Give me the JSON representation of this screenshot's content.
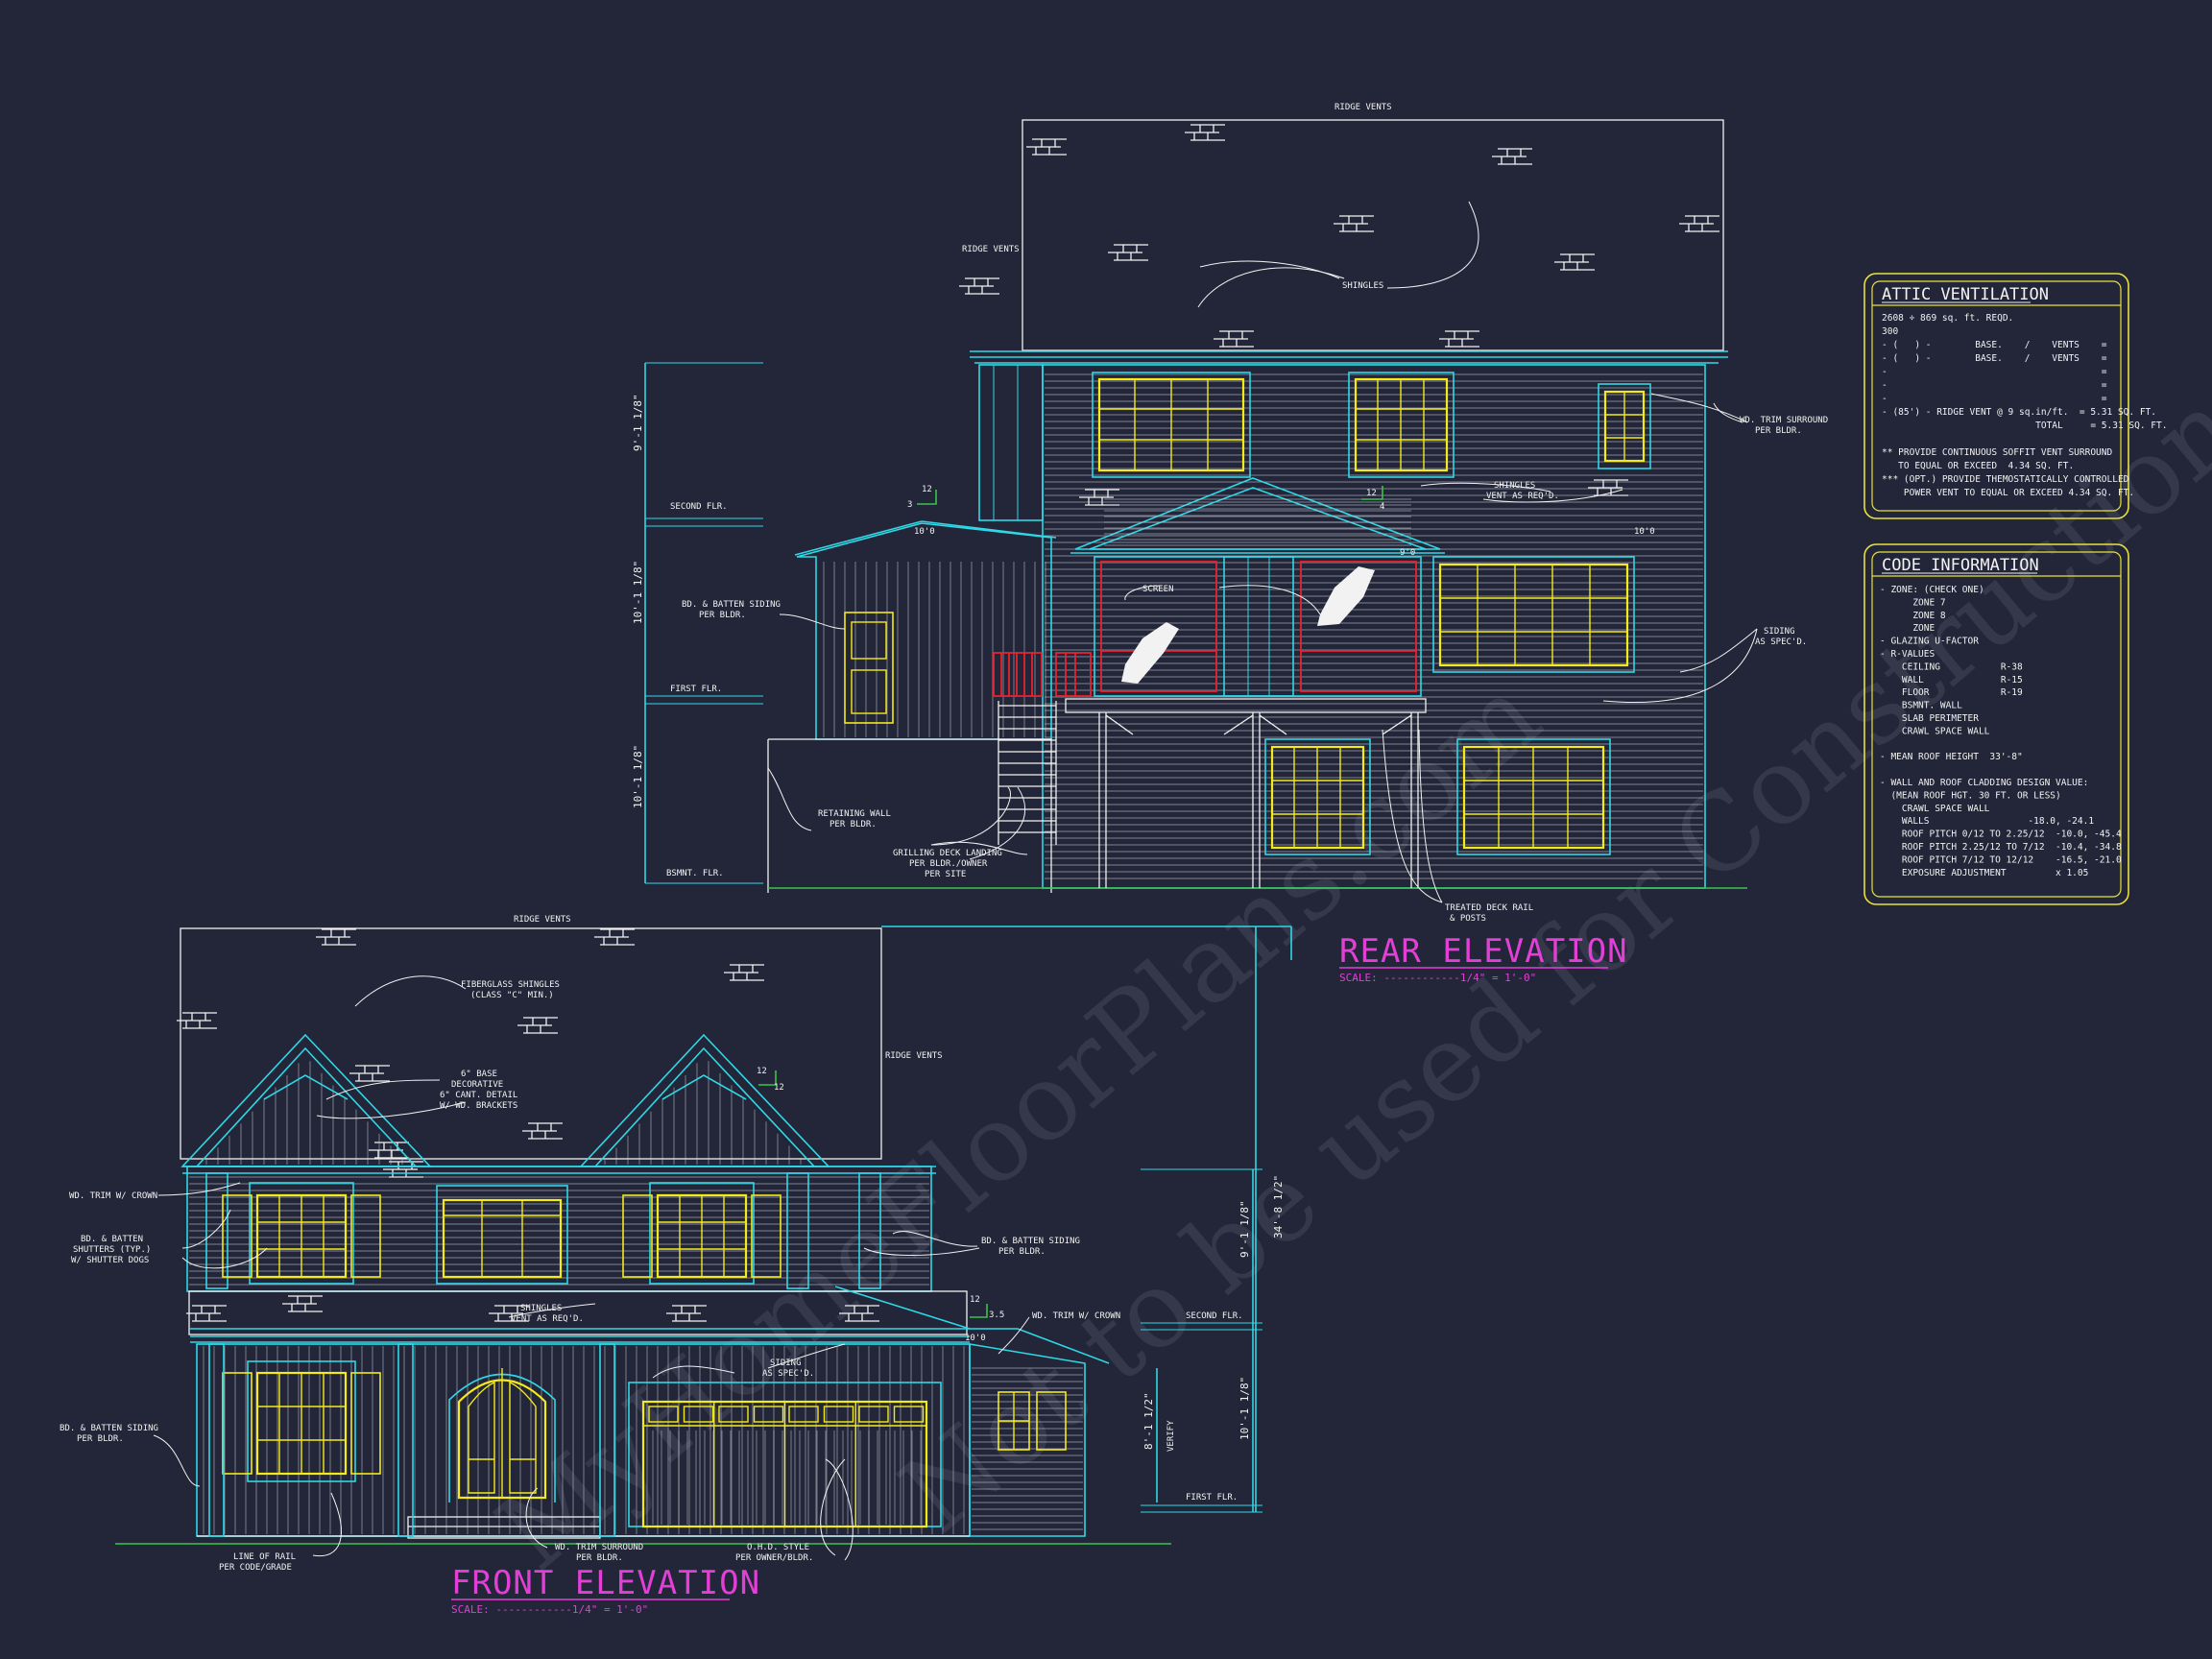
{
  "watermark": {
    "lines": [
      "MyHomeFloorPlans.com",
      "Not to be used for Construction"
    ]
  },
  "rear_elevation": {
    "title": "REAR ELEVATION",
    "scale": "SCALE: ------------1/4\" = 1'-0\"",
    "labels": {
      "ridge_vents_top": "RIDGE VENTS",
      "ridge_vents_left": "RIDGE VENTS",
      "shingles": "SHINGLES",
      "trim_surround_1": "WD. TRIM SURROUND",
      "trim_surround_2": "PER BLDR.",
      "shingles_vent_1": "SHINGLES",
      "shingles_vent_2": "VENT AS REQ'D.",
      "batten_1": "BD. & BATTEN SIDING",
      "batten_2": "PER BLDR.",
      "screen": "SCREEN",
      "siding_1": "SIDING",
      "siding_2": "AS SPEC'D.",
      "retaining_1": "RETAINING WALL",
      "retaining_2": "PER BLDR.",
      "grilling_1": "GRILLING DECK LANDING",
      "grilling_2": "PER BLDR./OWNER",
      "grilling_3": "PER SITE",
      "treated_1": "TREATED DECK RAIL",
      "treated_2": "& POSTS",
      "second_flr": "SECOND FLR.",
      "first_flr": "FIRST FLR.",
      "bsmnt_flr": "BSMNT. FLR.",
      "dim_upper": "9'-1 1/8\"",
      "dim_mid": "10'-1 1/8\"",
      "dim_low": "10'-1 1/8\"",
      "plate_1": "10'0",
      "plate_2": "9'0",
      "plate_3": "10'0",
      "pitch_a_rise": "3",
      "pitch_a_run": "12",
      "pitch_b_rise": "4",
      "pitch_b_run": "12"
    }
  },
  "front_elevation": {
    "title": "FRONT ELEVATION",
    "scale": "SCALE: ------------1/4\" = 1'-0\"",
    "labels": {
      "ridge_vents_top": "RIDGE VENTS",
      "ridge_vents_right": "RIDGE VENTS",
      "fiberglass_1": "FIBERGLASS SHINGLES",
      "fiberglass_2": "(CLASS \"C\" MIN.)",
      "decor_1": "6\" BASE",
      "decor_2": "DECORATIVE",
      "decor_3": "6\" CANT. DETAIL",
      "decor_4": "W/ WD. BRACKETS",
      "wd_trim_crown": "WD. TRIM W/ CROWN",
      "shutters_1": "BD. & BATTEN",
      "shutters_2": "SHUTTERS (TYP.)",
      "shutters_3": "W/ SHUTTER DOGS",
      "batten_r_1": "BD. & BATTEN SIDING",
      "batten_r_2": "PER BLDR.",
      "shingles_vent_1": "SHINGLES",
      "shingles_vent_2": "VENT AS REQ'D.",
      "wd_trim_crown_r": "WD. TRIM W/ CROWN",
      "siding_1": "SIDING",
      "siding_2": "AS SPEC'D.",
      "batten_l_1": "BD. & BATTEN SIDING",
      "batten_l_2": "PER BLDR.",
      "rail_1": "LINE OF RAIL",
      "rail_2": "PER CODE/GRADE",
      "trim_surr_1": "WD. TRIM SURROUND",
      "trim_surr_2": "PER BLDR.",
      "ohd_1": "O.H.D. STYLE",
      "ohd_2": "PER OWNER/BLDR.",
      "second_flr": "SECOND FLR.",
      "first_flr": "FIRST FLR.",
      "verify": "VERIFY",
      "dim_total": "34'-8 1/2\"",
      "dim_upper": "9'-1 1/8\"",
      "dim_lower": "10'-1 1/8\"",
      "dim_side": "8'-1 1/2\"",
      "plate_1": "10'0",
      "pitch_a_rise": "12",
      "pitch_a_run": "12",
      "pitch_b_rise": "3.5",
      "pitch_b_run": "12"
    }
  },
  "attic_panel": {
    "title": "ATTIC VENTILATION",
    "lines": [
      "2608 ÷ 869 sq. ft. REQD.",
      "300",
      "- (   ) -        BASE.    /    VENTS    =",
      "- (   ) -        BASE.    /    VENTS    =",
      "-                                       =",
      "-                                       =",
      "-                                       =",
      "- (85') - RIDGE VENT @ 9 sq.in/ft.  = 5.31 SQ. FT.",
      "                            TOTAL     = 5.31 SQ. FT.",
      "",
      "** PROVIDE CONTINUOUS SOFFIT VENT SURROUND",
      "   TO EQUAL OR EXCEED  4.34 SQ. FT.",
      "*** (OPT.) PROVIDE THEMOSTATICALLY CONTROLLED",
      "    POWER VENT TO EQUAL OR EXCEED 4.34 SQ. FT."
    ]
  },
  "code_panel": {
    "title": "CODE INFORMATION",
    "lines": [
      "- ZONE: (CHECK ONE)",
      "      ZONE 7",
      "      ZONE 8",
      "      ZONE",
      "- GLAZING U-FACTOR",
      "- R-VALUES",
      "    CEILING           R-38",
      "    WALL              R-15",
      "    FLOOR             R-19",
      "    BSMNT. WALL",
      "    SLAB PERIMETER",
      "    CRAWL SPACE WALL",
      "",
      "- MEAN ROOF HEIGHT  33'-8\"",
      "",
      "- WALL AND ROOF CLADDING DESIGN VALUE:",
      "  (MEAN ROOF HGT. 30 FT. OR LESS)",
      "    CRAWL SPACE WALL",
      "    WALLS                  -18.0, -24.1",
      "    ROOF PITCH 0/12 TO 2.25/12  -10.0, -45.4",
      "    ROOF PITCH 2.25/12 TO 7/12  -10.4, -34.8",
      "    ROOF PITCH 7/12 TO 12/12    -16.5, -21.0",
      "    EXPOSURE ADJUSTMENT         x 1.05"
    ]
  }
}
